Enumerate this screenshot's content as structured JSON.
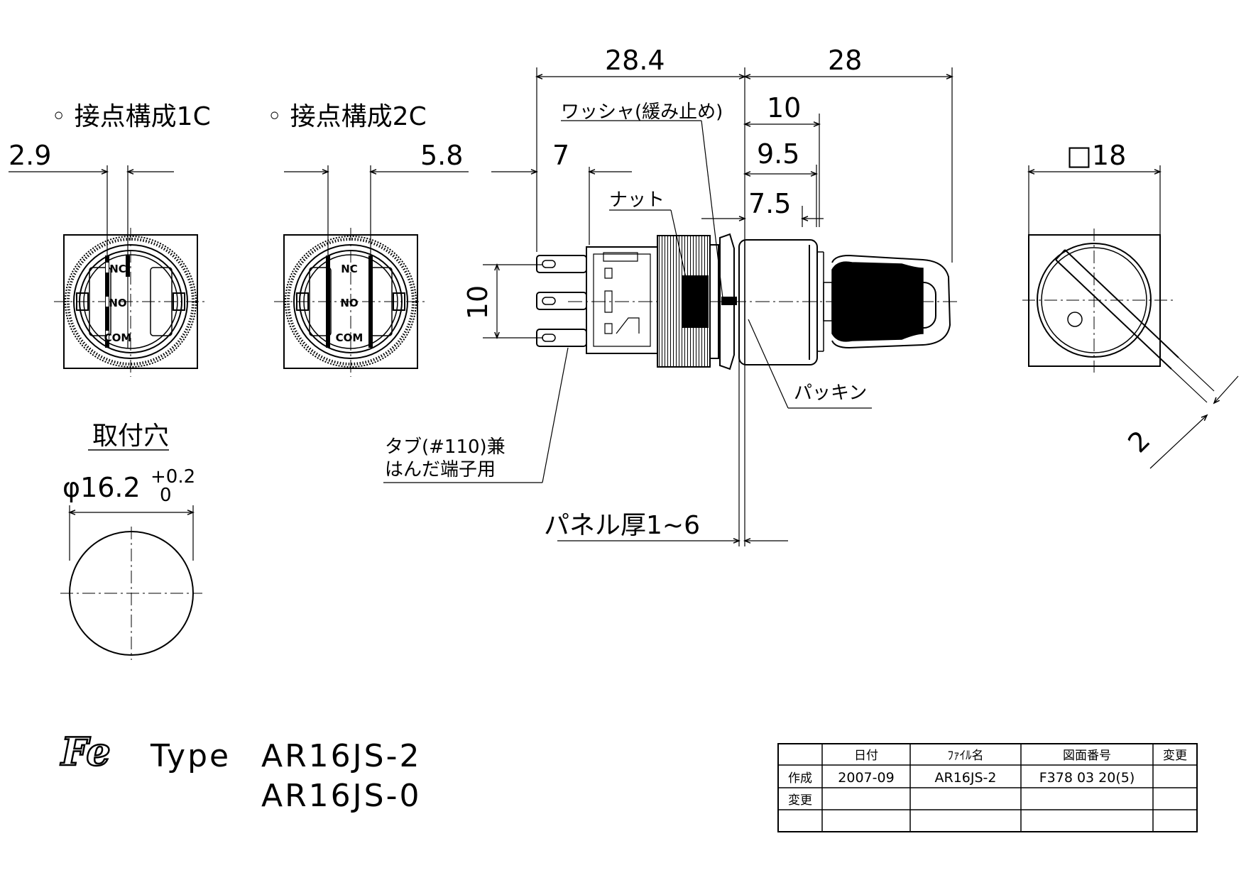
{
  "views": {
    "c1": {
      "title": "◦ 接点構成1C",
      "dim": "2.9"
    },
    "c2": {
      "title": "◦ 接点構成2C",
      "dim": "5.8"
    },
    "terminals": [
      "NC",
      "NO",
      "COM"
    ],
    "mount_hole": {
      "title": "取付穴",
      "dia": "φ16.2",
      "tol_upper": "+0.2",
      "tol_lower": "0"
    },
    "side": {
      "dims": {
        "overall_rear": "28.4",
        "overall_front": "28",
        "d10": "10",
        "d9_5": "9.5",
        "d7_5": "7.5",
        "d7": "7",
        "pitch": "10"
      },
      "labels": {
        "washer": "ワッシャ(緩み止め)",
        "nut": "ナット",
        "packing": "パッキン",
        "tab_line1": "タブ(#110)兼",
        "tab_line2": "はんだ端子用",
        "panel": "パネル厚1~6"
      }
    },
    "front": {
      "square": "□18",
      "key_dim": "2"
    }
  },
  "branding": {
    "logo": "Fe",
    "type_label": "Type",
    "model1": "AR16JS-2",
    "model2": "AR16JS-0"
  },
  "title_block": {
    "headers": [
      "日付",
      "ﾌｧｲﾙ名",
      "図面番号",
      "変更"
    ],
    "rows": [
      {
        "label": "作成",
        "date": "2007-09",
        "file": "AR16JS-2",
        "drawing_no": "F378 03 20(5)",
        "change": ""
      },
      {
        "label": "変更",
        "date": "",
        "file": "",
        "drawing_no": "",
        "change": ""
      },
      {
        "label": "",
        "date": "",
        "file": "",
        "drawing_no": "",
        "change": ""
      },
      {
        "label": "",
        "date": "",
        "file": "",
        "drawing_no": "",
        "change": ""
      }
    ]
  }
}
